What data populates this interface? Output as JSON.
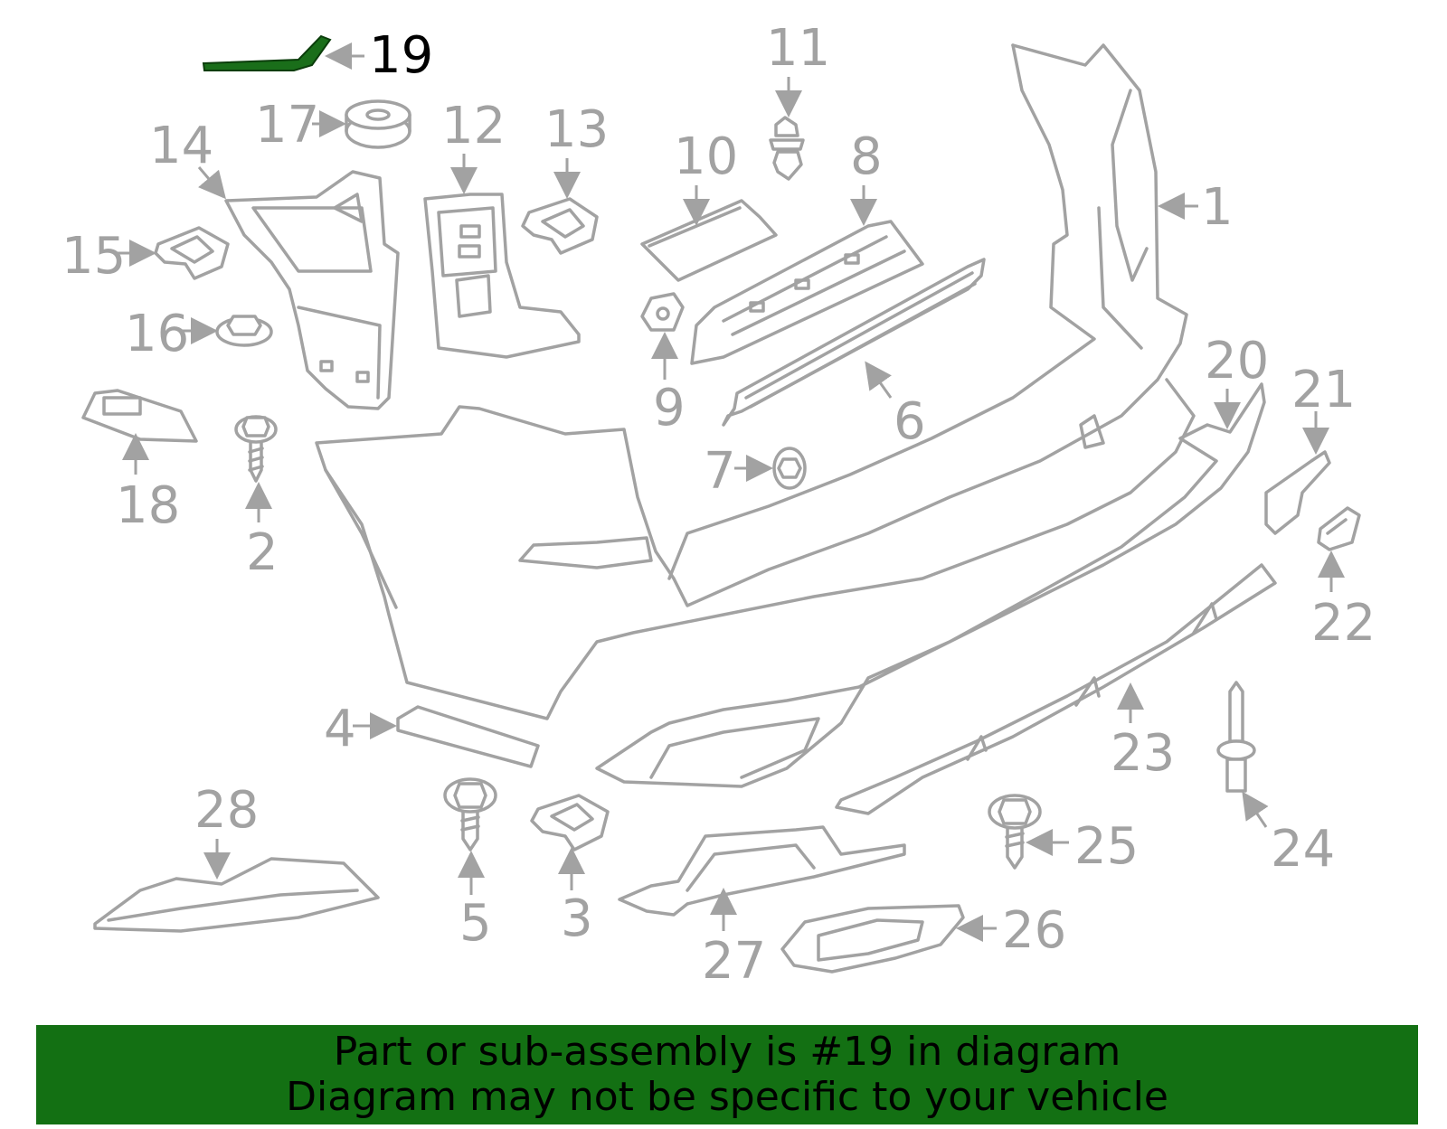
{
  "diagram": {
    "highlight_color": "#137013",
    "callouts": {
      "c1": "1",
      "c2": "2",
      "c3": "3",
      "c4": "4",
      "c5": "5",
      "c6": "6",
      "c7": "7",
      "c8": "8",
      "c9": "9",
      "c10": "10",
      "c11": "11",
      "c12": "12",
      "c13": "13",
      "c14": "14",
      "c15": "15",
      "c16": "16",
      "c17": "17",
      "c18": "18",
      "c19": "19",
      "c20": "20",
      "c21": "21",
      "c22": "22",
      "c23": "23",
      "c24": "24",
      "c25": "25",
      "c26": "26",
      "c27": "27",
      "c28": "28"
    }
  },
  "banner": {
    "line1": "Part or sub-assembly is #19 in diagram",
    "line2": "Diagram may not be specific to your vehicle",
    "background": "#137013"
  }
}
